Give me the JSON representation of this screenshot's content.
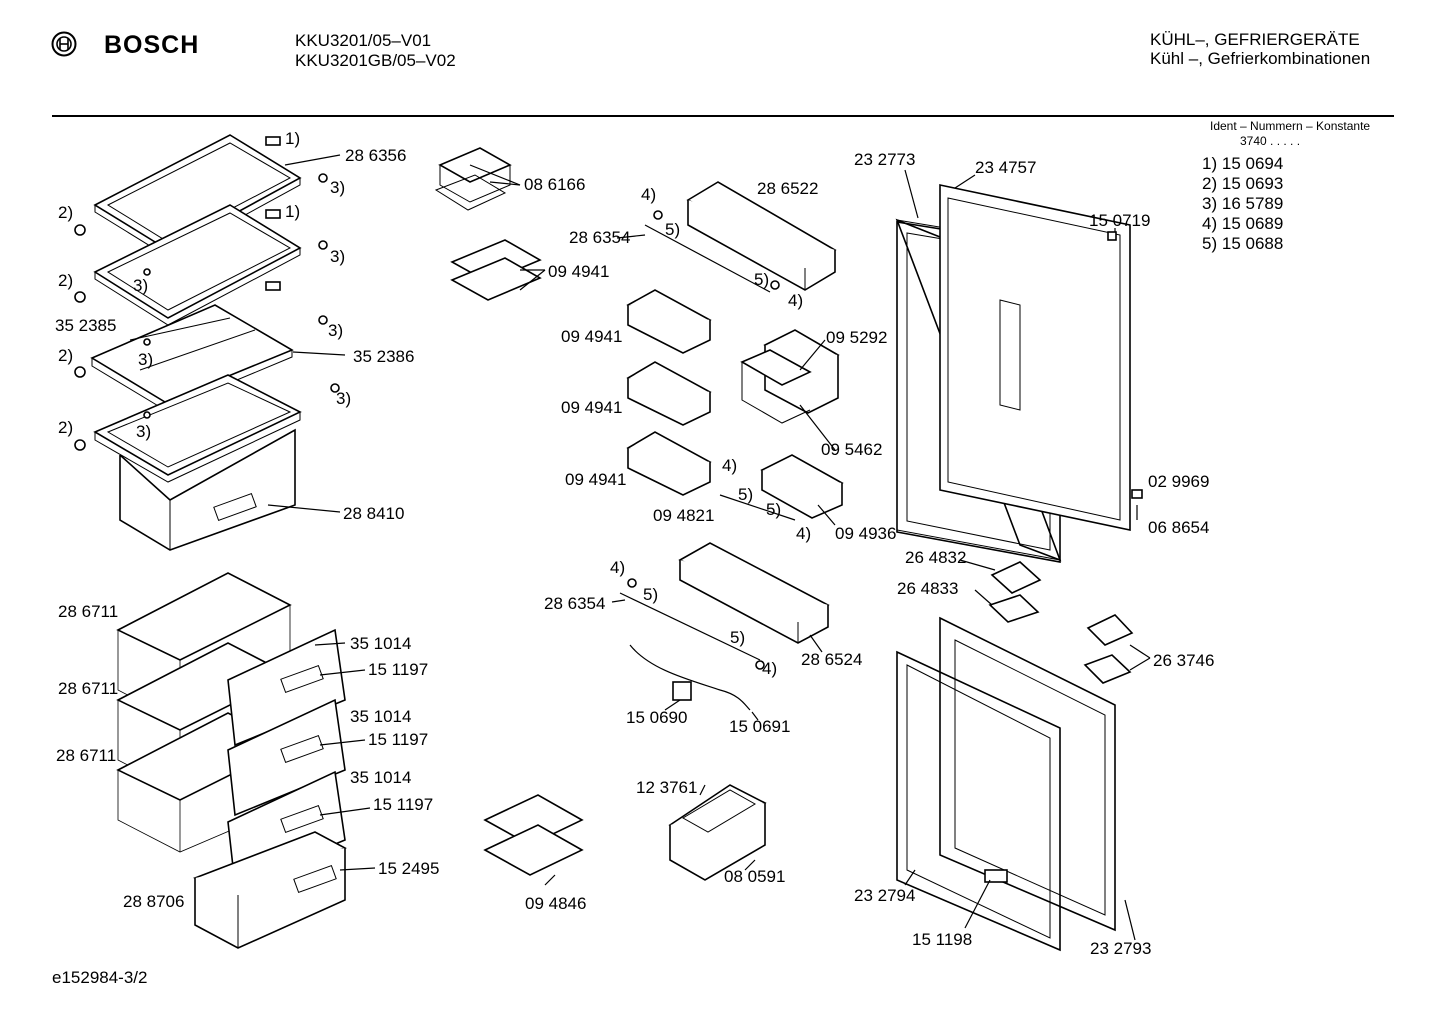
{
  "header": {
    "brand": "BOSCH",
    "models": [
      "KKU3201/05–V01",
      "KKU3201GB/05–V02"
    ],
    "title_line1": "KÜHL–, GEFRIERGERÄTE",
    "title_line2": "Kühl –, Gefrierkombinationen"
  },
  "ident": {
    "heading": "Ident – Nummern – Konstante",
    "constant": "3740  .   .    .   .   .",
    "items": [
      {
        "key": "1)",
        "value": "15 0694"
      },
      {
        "key": "2)",
        "value": "15 0693"
      },
      {
        "key": "3)",
        "value": "16 5789"
      },
      {
        "key": "4)",
        "value": "15 0689"
      },
      {
        "key": "5)",
        "value": "15 0688"
      }
    ]
  },
  "labels": [
    {
      "id": "l1",
      "text": "1)"
    },
    {
      "id": "l2",
      "text": "28 6356"
    },
    {
      "id": "l3",
      "text": "3)"
    },
    {
      "id": "l4",
      "text": "1)"
    },
    {
      "id": "l5",
      "text": "2)"
    },
    {
      "id": "l6",
      "text": "3)"
    },
    {
      "id": "l7",
      "text": "2)"
    },
    {
      "id": "l8",
      "text": "3)"
    },
    {
      "id": "l9",
      "text": "35 2385"
    },
    {
      "id": "l10",
      "text": "3)"
    },
    {
      "id": "l11",
      "text": "2)"
    },
    {
      "id": "l12",
      "text": "3)"
    },
    {
      "id": "l13",
      "text": "35 2386"
    },
    {
      "id": "l14",
      "text": "3)"
    },
    {
      "id": "l15",
      "text": "2)"
    },
    {
      "id": "l16",
      "text": "3)"
    },
    {
      "id": "l17",
      "text": "28 8410"
    },
    {
      "id": "l18",
      "text": "08 6166"
    },
    {
      "id": "l19",
      "text": "09 4941"
    },
    {
      "id": "l20",
      "text": "4)"
    },
    {
      "id": "l21",
      "text": "28 6522"
    },
    {
      "id": "l22",
      "text": "5)"
    },
    {
      "id": "l23",
      "text": "28 6354"
    },
    {
      "id": "l24",
      "text": "5)"
    },
    {
      "id": "l25",
      "text": "4)"
    },
    {
      "id": "l26",
      "text": "09 4941"
    },
    {
      "id": "l27",
      "text": "09 5292"
    },
    {
      "id": "l28",
      "text": "09 4941"
    },
    {
      "id": "l29",
      "text": "09 5462"
    },
    {
      "id": "l30",
      "text": "09 4941"
    },
    {
      "id": "l31",
      "text": "4)"
    },
    {
      "id": "l32",
      "text": "5)"
    },
    {
      "id": "l33",
      "text": "09 4821"
    },
    {
      "id": "l34",
      "text": "5)"
    },
    {
      "id": "l35",
      "text": "4)"
    },
    {
      "id": "l36",
      "text": "09 4936"
    },
    {
      "id": "l37",
      "text": "4)"
    },
    {
      "id": "l38",
      "text": "5)"
    },
    {
      "id": "l39",
      "text": "28 6354"
    },
    {
      "id": "l40",
      "text": "5)"
    },
    {
      "id": "l41",
      "text": "4)"
    },
    {
      "id": "l42",
      "text": "28 6524"
    },
    {
      "id": "l43",
      "text": "15 0690"
    },
    {
      "id": "l44",
      "text": "15 0691"
    },
    {
      "id": "l45",
      "text": "12 3761"
    },
    {
      "id": "l46",
      "text": "08 0591"
    },
    {
      "id": "l47",
      "text": "09 4846"
    },
    {
      "id": "l48",
      "text": "23 2773"
    },
    {
      "id": "l49",
      "text": "23 4757"
    },
    {
      "id": "l50",
      "text": "15 0719"
    },
    {
      "id": "l51",
      "text": "02 9969"
    },
    {
      "id": "l52",
      "text": "06 8654"
    },
    {
      "id": "l53",
      "text": "26 4832"
    },
    {
      "id": "l54",
      "text": "26 4833"
    },
    {
      "id": "l55",
      "text": "26 3746"
    },
    {
      "id": "l56",
      "text": "23 2794"
    },
    {
      "id": "l57",
      "text": "15 1198"
    },
    {
      "id": "l58",
      "text": "23 2793"
    },
    {
      "id": "l59",
      "text": "28 6711"
    },
    {
      "id": "l60",
      "text": "28 6711"
    },
    {
      "id": "l61",
      "text": "28 6711"
    },
    {
      "id": "l62",
      "text": "35 1014"
    },
    {
      "id": "l63",
      "text": "15 1197"
    },
    {
      "id": "l64",
      "text": "35 1014"
    },
    {
      "id": "l65",
      "text": "15 1197"
    },
    {
      "id": "l66",
      "text": "35 1014"
    },
    {
      "id": "l67",
      "text": "15 1197"
    },
    {
      "id": "l68",
      "text": "15 2495"
    },
    {
      "id": "l69",
      "text": "28 8706"
    }
  ],
  "footer": {
    "code": "e152984-3/2"
  }
}
